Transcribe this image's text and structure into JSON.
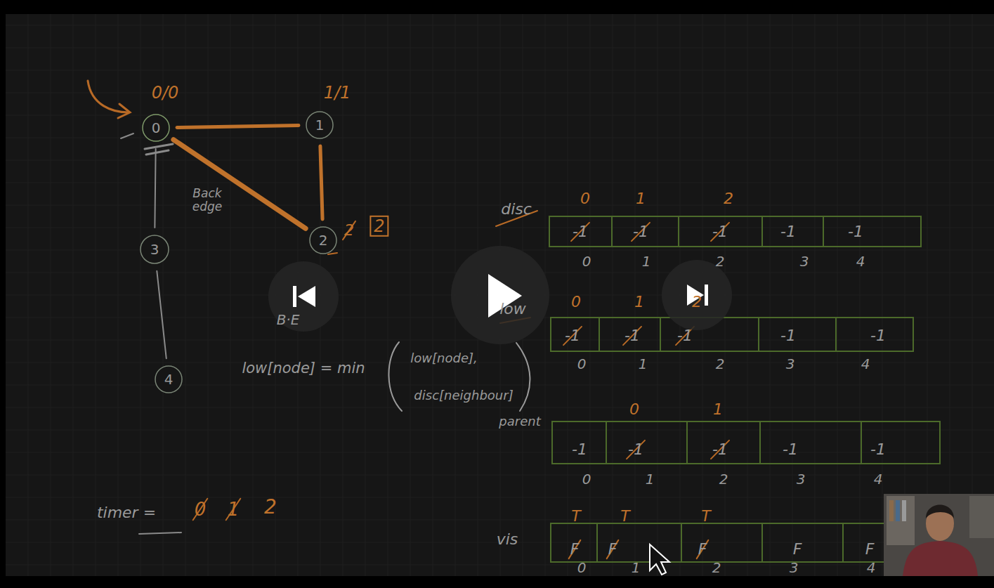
{
  "diagram": {
    "nodes": [
      {
        "text": [
          "0"
        ]
      },
      {
        "text": [
          "1"
        ]
      },
      {
        "text": [
          "2"
        ]
      },
      {
        "text": [
          "3"
        ]
      },
      {
        "text": [
          "4"
        ]
      }
    ],
    "edges": [
      {
        "from": 0,
        "to": 1,
        "arrow": "none"
      },
      {
        "from": 1,
        "to": 2,
        "arrow": "none"
      },
      {
        "from": 0,
        "to": 2,
        "arrow": "none"
      },
      {
        "from": 0,
        "to": 3,
        "arrow": "none"
      },
      {
        "from": 3,
        "to": 4,
        "arrow": "none"
      }
    ],
    "labels": [
      "0/0",
      "1/1",
      "Back edge",
      "2",
      "2",
      "B·E",
      "low[node] = min",
      "low[node],",
      "disc[neighbour]",
      "parent",
      "timer =",
      "0",
      "1",
      "2",
      "disc",
      "0",
      "1",
      "2",
      "-1",
      "-1",
      "-1",
      "-1",
      "-1",
      "0",
      "1",
      "2",
      "3",
      "4",
      "low",
      "0",
      "1",
      "2",
      "-1",
      "-1",
      "-1",
      "-1",
      "-1",
      "0",
      "1",
      "2",
      "3",
      "4",
      "0",
      "1",
      "-1",
      "-1",
      "-1",
      "-1",
      "-1",
      "0",
      "1",
      "2",
      "3",
      "4",
      "vis",
      "T",
      "T",
      "T",
      "F",
      "F",
      "F",
      "F",
      "F",
      "0",
      "1",
      "2",
      "3",
      "4"
    ]
  }
}
